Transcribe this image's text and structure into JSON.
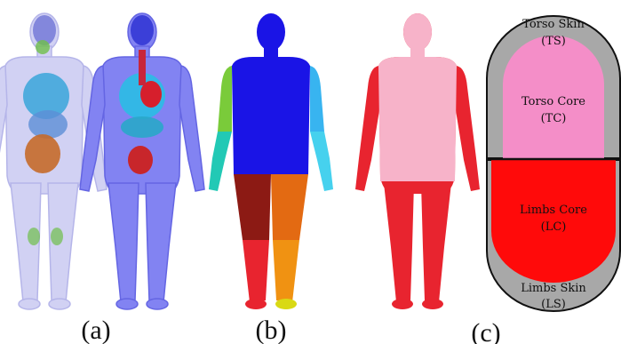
{
  "panels": {
    "a": {
      "caption": "(a)"
    },
    "b": {
      "caption": "(b)"
    },
    "c": {
      "caption": "(c)",
      "torso_skin": {
        "name": "Torso Skin",
        "abbr": "(TS)"
      },
      "torso_core": {
        "name": "Torso Core",
        "abbr": "(TC)"
      },
      "limbs_core": {
        "name": "Limbs Core",
        "abbr": "(LC)"
      },
      "limbs_skin": {
        "name": "Limbs Skin",
        "abbr": "(LS)"
      }
    }
  },
  "colors": {
    "translucent_body": "#b9b9f0",
    "blue_body": "#7b7cf5",
    "torso_blue": "#1a14e6",
    "torso_pink": "#f7b3c9",
    "limb_red": "#e8242f",
    "skin_gray": "#a8a8a8",
    "core_pink": "#f48ec8",
    "core_red": "#ff0a0a"
  }
}
